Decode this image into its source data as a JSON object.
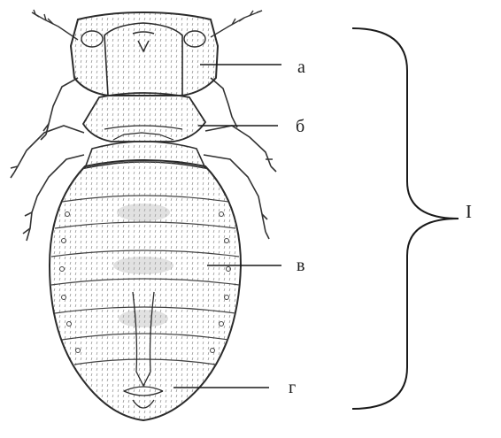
{
  "diagram": {
    "labels": [
      {
        "id": "a",
        "text": "а"
      },
      {
        "id": "b",
        "text": "б"
      },
      {
        "id": "v",
        "text": "в"
      },
      {
        "id": "g",
        "text": "г"
      }
    ],
    "brace_label": "I"
  }
}
